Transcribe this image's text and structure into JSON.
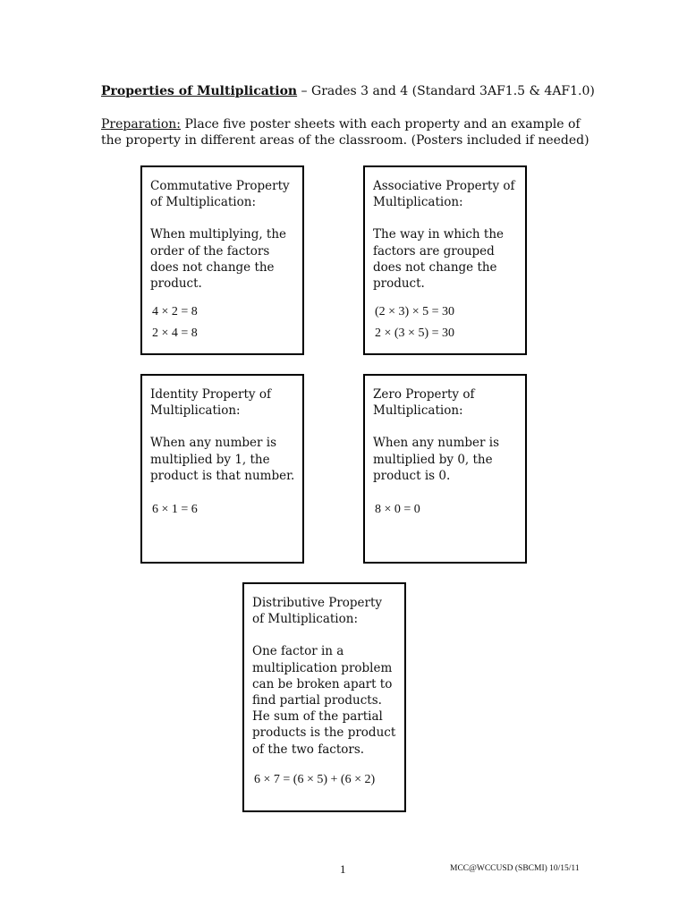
{
  "header": {
    "title": "Properties of Multiplication",
    "subtitle": " – Grades 3 and 4  (Standard 3AF1.5 & 4AF1.0)"
  },
  "preparation": {
    "label": "Preparation:",
    "text": "  Place five poster sheets with each property and an example of the property in different areas of the classroom.  (Posters included if needed)"
  },
  "cards": [
    {
      "title": "Commutative Property of Multiplication:",
      "description": "When multiplying, the order of the factors does not change the product.",
      "examples": [
        "4 × 2 = 8",
        "2 × 4 = 8"
      ]
    },
    {
      "title": "Associative Property of Multiplication:",
      "description": "The way in which the factors are grouped does not change the product.",
      "examples": [
        "(2 × 3) × 5 = 30",
        "2 × (3 × 5) = 30"
      ]
    },
    {
      "title": "Identity Property of Multiplication:",
      "description": "When any number is multiplied by 1, the product is that number.",
      "examples": [
        "6 × 1 = 6"
      ]
    },
    {
      "title": "Zero Property of Multiplication:",
      "description": "When any number is multiplied by 0, the product is 0.",
      "examples": [
        "8 × 0 = 0"
      ]
    },
    {
      "title": "Distributive Property of Multiplication:",
      "description": "One factor in a multiplication problem can be broken apart to find partial products.  He sum of the partial products is the product of the two factors.",
      "examples": [
        "6 × 7 = (6 × 5) + (6 × 2)"
      ]
    }
  ],
  "footer": {
    "page_number": "1",
    "doc_id": "MCC@WCCUSD (SBCMI) 10/15/11"
  }
}
